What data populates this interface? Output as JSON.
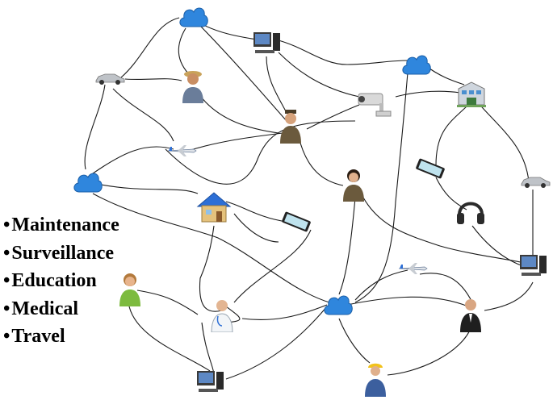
{
  "list": {
    "items": [
      "Maintenance",
      "Surveillance",
      "Education",
      "Medical",
      "Travel"
    ]
  },
  "colors": {
    "cloud": "#2f86dd",
    "link": "#1a1a1a",
    "house_roof": "#2d6fd6",
    "house_wall": "#e5c27c",
    "uniform": "#6b5a3d",
    "skin": "#e8b48c"
  },
  "icons": [
    "cloud",
    "computer",
    "car",
    "person",
    "security-camera",
    "building",
    "airplane",
    "phone",
    "house",
    "headphones",
    "doctor",
    "businessman",
    "worker"
  ]
}
